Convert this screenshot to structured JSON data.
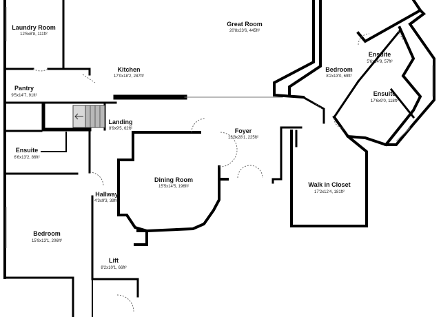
{
  "rooms": {
    "laundry": {
      "name": "Laundry Room",
      "dims": "12'6x8'8, 111ft²"
    },
    "great": {
      "name": "Great Room",
      "dims": "20'8x23'6, 445ft²"
    },
    "kitchen": {
      "name": "Kitchen",
      "dims": "17'0x18'2, 287ft²"
    },
    "pantry": {
      "name": "Pantry",
      "dims": "9'5x14'7, 91ft²"
    },
    "landing": {
      "name": "Landing",
      "dims": "8'9x9'5, 62ft²"
    },
    "ensuite_left": {
      "name": "Ensuite",
      "dims": "6'6x13'2, 86ft²"
    },
    "hallway": {
      "name": "Hallway",
      "dims": "4'3x9'3, 39ft²"
    },
    "bedroom_left": {
      "name": "Bedroom",
      "dims": "15'9x13'1, 206ft²"
    },
    "lift": {
      "name": "Lift",
      "dims": "8'2x10'1, 66ft²"
    },
    "dining": {
      "name": "Dining Room",
      "dims": "15'5x14'5, 196ft²"
    },
    "foyer": {
      "name": "Foyer",
      "dims": "13'8x28'1, 225ft²"
    },
    "walkin": {
      "name": "Walk in Closet",
      "dims": "17'2x12'4, 181ft²"
    },
    "bedroom_right": {
      "name": "Bedroom",
      "dims": "8'2x13'0, 69ft²"
    },
    "ensuite_top": {
      "name": "Ensuite",
      "dims": "5'6x14'9, 57ft²"
    },
    "ensuite_right": {
      "name": "Ensuite",
      "dims": "17'6x9'0, 118ft²"
    }
  },
  "stair_icon": "arrow-left-icon"
}
